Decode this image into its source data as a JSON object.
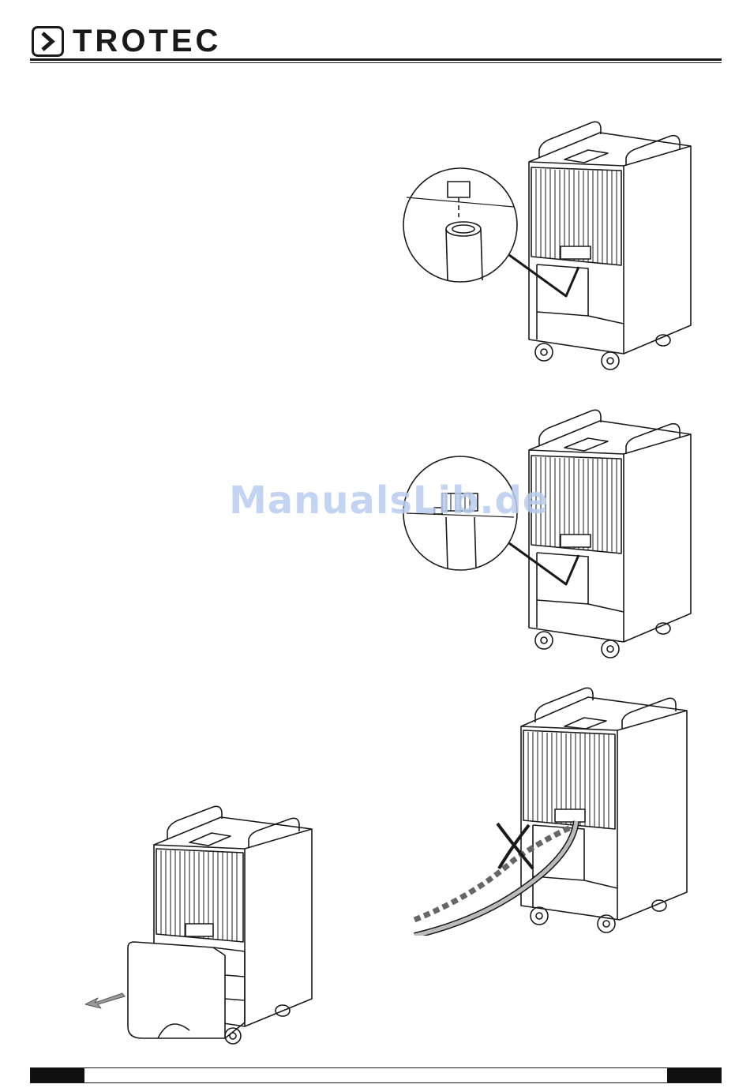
{
  "header": {
    "brand": "TROTEC"
  },
  "watermark": {
    "text": "ManualsLib.de"
  },
  "colors": {
    "line": "#1a1a1a",
    "watermark": "#b8cdf0"
  },
  "figures": [
    {
      "name": "dehumidifier-hose-connector-detail",
      "icon": "dehumidifier-with-zoom-icon"
    },
    {
      "name": "dehumidifier-hose-attached-detail",
      "icon": "dehumidifier-with-zoom-icon"
    },
    {
      "name": "dehumidifier-tank-removal",
      "icon": "tank-pull-out-icon"
    },
    {
      "name": "dehumidifier-hose-routing",
      "icon": "hose-routing-icon"
    }
  ]
}
